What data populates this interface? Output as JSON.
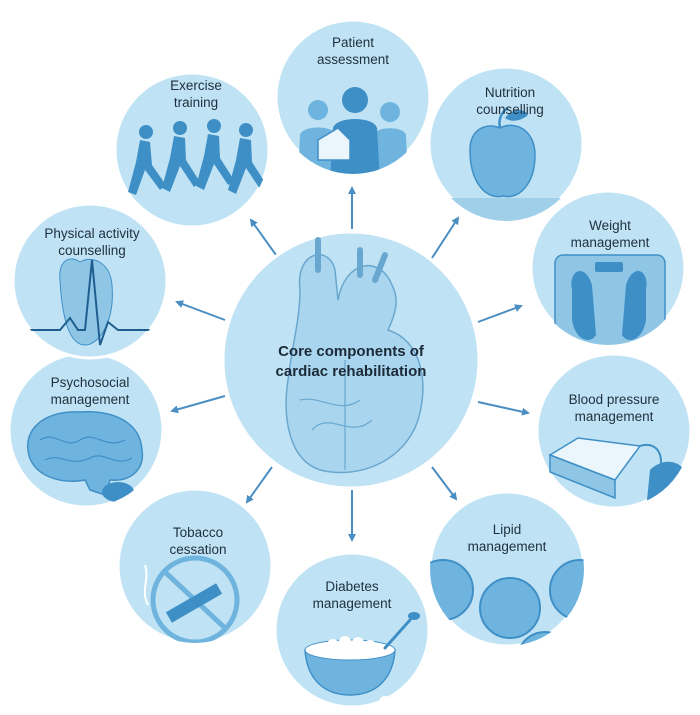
{
  "center": {
    "title_line1": "Core components of",
    "title_line2": "cardiac rehabilitation"
  },
  "components": [
    {
      "id": "patient-assessment",
      "line1": "Patient",
      "line2": "assessment",
      "icon": "people-icon"
    },
    {
      "id": "nutrition-counselling",
      "line1": "Nutrition",
      "line2": "counselling",
      "icon": "apple-icon"
    },
    {
      "id": "weight-management",
      "line1": "Weight",
      "line2": "management",
      "icon": "scale-icon"
    },
    {
      "id": "blood-pressure-management",
      "line1": "Blood pressure",
      "line2": "management",
      "icon": "blood-pressure-monitor-icon"
    },
    {
      "id": "lipid-management",
      "line1": "Lipid",
      "line2": "management",
      "icon": "lipid-droplets-icon"
    },
    {
      "id": "diabetes-management",
      "line1": "Diabetes",
      "line2": "management",
      "icon": "sugar-bowl-icon"
    },
    {
      "id": "tobacco-cessation",
      "line1": "Tobacco",
      "line2": "cessation",
      "icon": "no-smoking-icon"
    },
    {
      "id": "psychosocial-management",
      "line1": "Psychosocial",
      "line2": "management",
      "icon": "brain-icon"
    },
    {
      "id": "physical-activity-counselling",
      "line1": "Physical activity",
      "line2": "counselling",
      "icon": "ecg-icon"
    },
    {
      "id": "exercise-training",
      "line1": "Exercise",
      "line2": "training",
      "icon": "runners-icon"
    }
  ],
  "colors": {
    "circle_fill": "#bfe3f4",
    "circle_stroke": "#ffffff",
    "center_fill": "#bfe3f4",
    "icon_dark": "#3f8fc7",
    "icon_mid": "#6fb4de",
    "arrow": "#4a8ec2"
  }
}
